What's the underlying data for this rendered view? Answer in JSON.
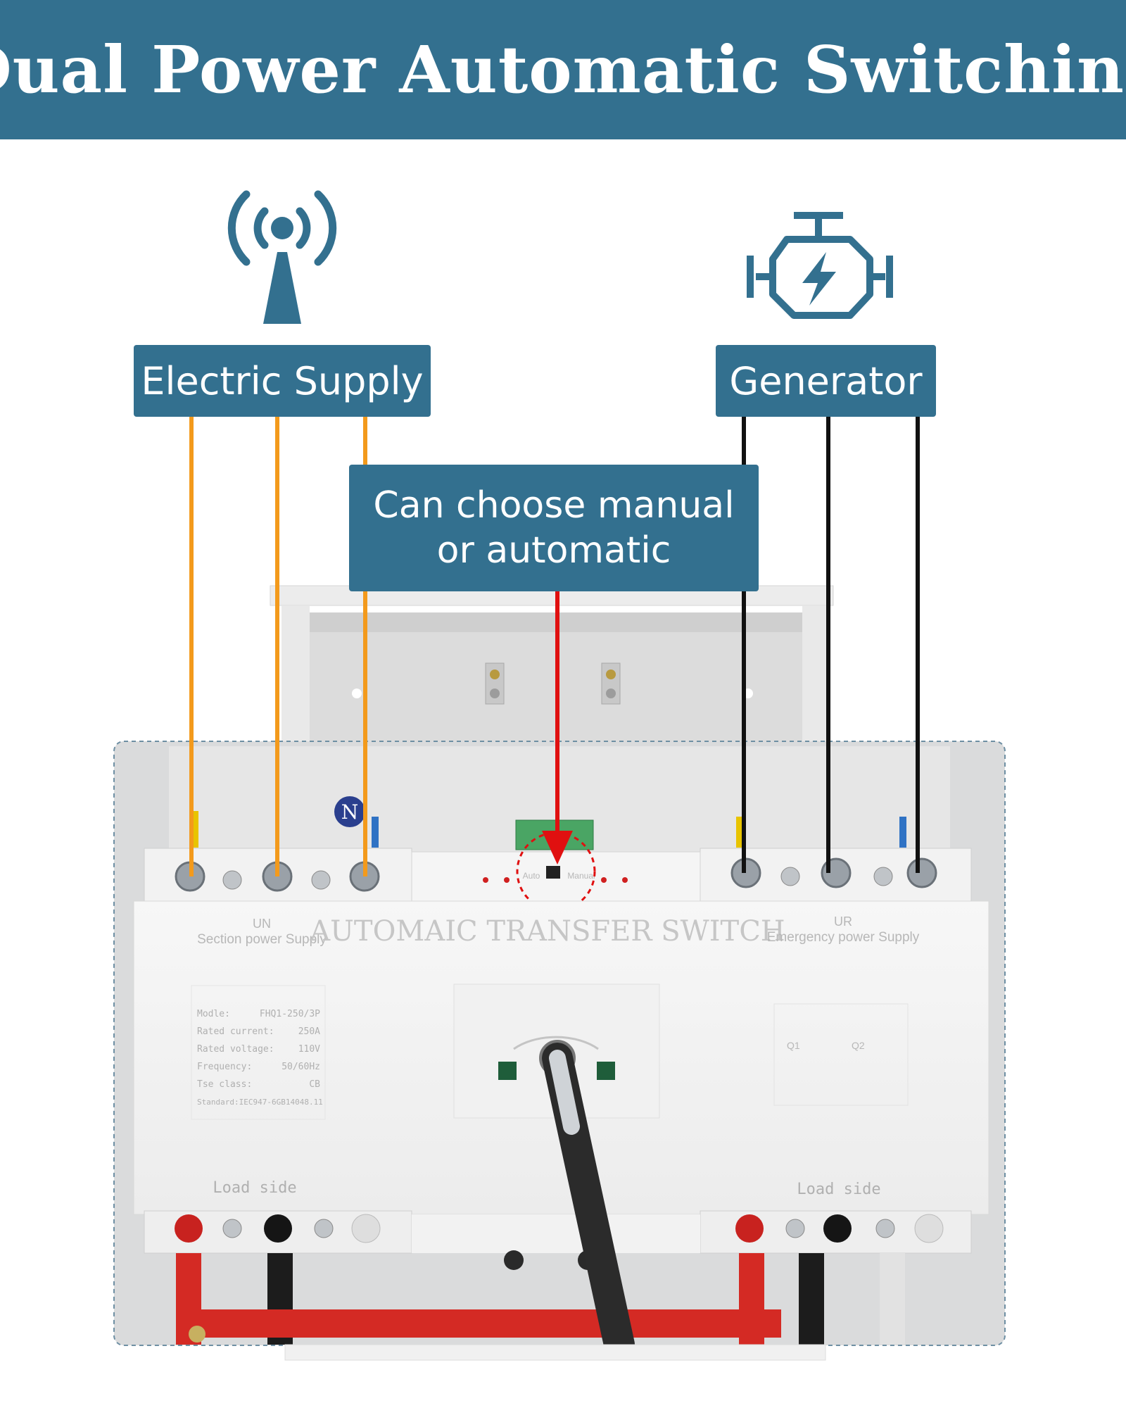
{
  "header": {
    "title": "Dual Power Automatic Switching"
  },
  "callouts": {
    "electric_supply": "Electric Supply",
    "generator": "Generator",
    "mode_line1": "Can choose manual",
    "mode_line2": "or automatic"
  },
  "icons": {
    "electric_supply": "signal-tower-icon",
    "generator": "engine-icon"
  },
  "switch_panel": {
    "top_left_label": "UN",
    "top_left_sub": "Section power Supply",
    "center_title": "AUTOMAIC TRANSFER SWITCH",
    "top_right_label": "UR",
    "top_right_sub": "Emergency power Supply",
    "mode_auto": "Auto",
    "mode_manual": "Manual",
    "load_left": "Load side",
    "load_right": "Load side",
    "spec_model_label": "Modle:",
    "spec_model_value": "FHQ1-250/3P",
    "spec_current_label": "Rated current:",
    "spec_current_value": "250A",
    "spec_voltage_label": "Rated voltage:",
    "spec_voltage_value": "110V",
    "spec_freq_label": "Frequency:",
    "spec_freq_value": "50/60Hz",
    "spec_class_label": "Tse class:",
    "spec_class_value": "CB",
    "spec_standard": "Standard:IEC947-6GB14048.11",
    "diagram_q1": "Q1",
    "diagram_q2": "Q2",
    "neutral_marker": "N"
  },
  "colors": {
    "banner": "#33708f",
    "electric_wire": "#f39a1c",
    "generator_wire": "#111111",
    "indicator_arrow": "#e01010"
  }
}
